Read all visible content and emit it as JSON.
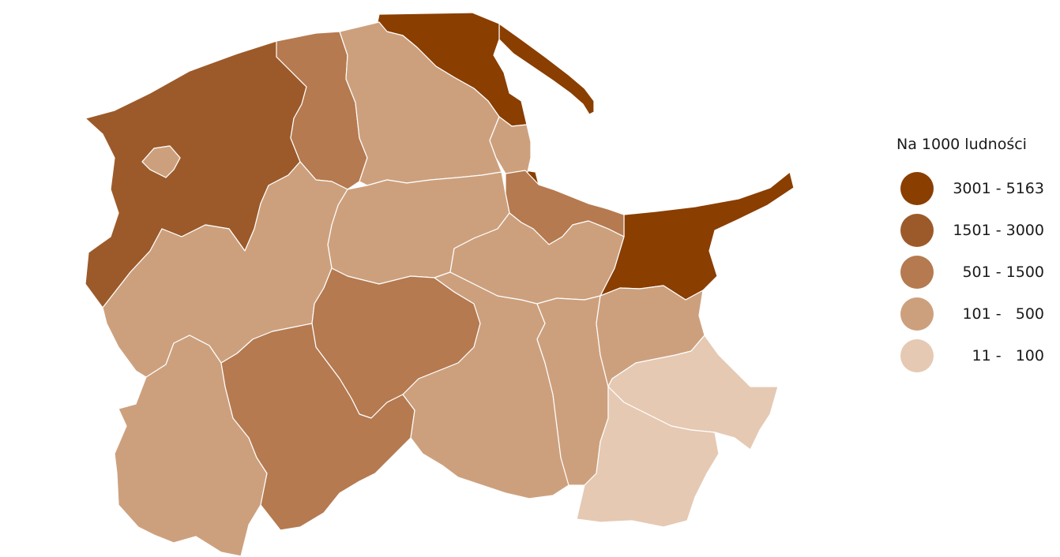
{
  "legend": {
    "title": "Na 1000 ludności",
    "classes": [
      {
        "label": "3001 - 5163",
        "color": "#8a3e00"
      },
      {
        "label": "1501 - 3000",
        "color": "#9c5a2a"
      },
      {
        "label": "501 - 1500",
        "color": "#b57a50"
      },
      {
        "label": "101 -   500",
        "color": "#cda07d"
      },
      {
        "label": "11 -   100",
        "color": "#e5c9b3"
      }
    ]
  },
  "regions": [
    {
      "id": "puck",
      "class": 0
    },
    {
      "id": "hel-peninsula",
      "class": 0
    },
    {
      "id": "nowy-dwor-gdanski",
      "class": 0
    },
    {
      "id": "sopot",
      "class": 0
    },
    {
      "id": "slupsk",
      "class": 1
    },
    {
      "id": "lebork",
      "class": 2
    },
    {
      "id": "gdansk-county",
      "class": 2
    },
    {
      "id": "koscierzyna",
      "class": 2
    },
    {
      "id": "czluchow",
      "class": 2
    },
    {
      "id": "slupsk-city",
      "class": 3
    },
    {
      "id": "wejherowo",
      "class": 3
    },
    {
      "id": "gdynia",
      "class": 3
    },
    {
      "id": "bytow",
      "class": 3
    },
    {
      "id": "kartuzy",
      "class": 3
    },
    {
      "id": "tczew",
      "class": 3
    },
    {
      "id": "chojnice",
      "class": 3
    },
    {
      "id": "starogard",
      "class": 3
    },
    {
      "id": "malbork",
      "class": 3
    },
    {
      "id": "kwidzyn-north",
      "class": 3
    },
    {
      "id": "kwidzyn",
      "class": 3
    },
    {
      "id": "sztum",
      "class": 4
    },
    {
      "id": "kwidzyn-south",
      "class": 4
    }
  ]
}
